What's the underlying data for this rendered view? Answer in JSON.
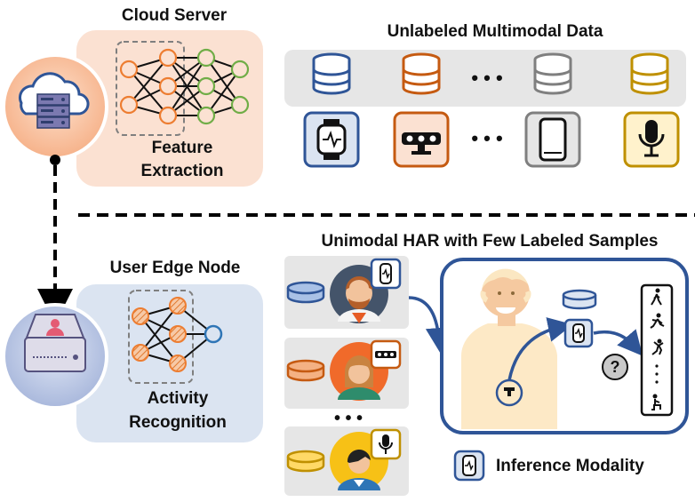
{
  "top": {
    "cloud_server_title": "Cloud Server",
    "feature_extraction_line1": "Feature",
    "feature_extraction_line2": "Extraction",
    "unlabeled_data_title": "Unlabeled Multimodal Data",
    "ellipsis_db": "• • •",
    "ellipsis_dev": "• • •"
  },
  "bottom": {
    "user_edge_node_title": "User Edge Node",
    "activity_recognition_line1": "Activity",
    "activity_recognition_line2": "Recognition",
    "unimodal_har_title": "Unimodal  HAR with Few Labeled Samples",
    "users_ellipsis": "• • •",
    "legend_label": "Inference Modality",
    "question_mark": "?"
  },
  "colors": {
    "blue": "#2f5597",
    "orange": "#c55a11",
    "gray": "#7f7f7f",
    "gold": "#bf9000",
    "green": "#70ad47",
    "peach_panel": "#fbe1d2",
    "blue_panel": "#dbe4f1",
    "gray_panel": "#e6e6e6"
  },
  "icons": [
    "cloud-server-icon",
    "database-icon",
    "smartwatch-icon",
    "depth-camera-icon",
    "smartphone-icon",
    "microphone-icon",
    "hard-drive-user-icon",
    "running-person-icon",
    "question-icon"
  ]
}
